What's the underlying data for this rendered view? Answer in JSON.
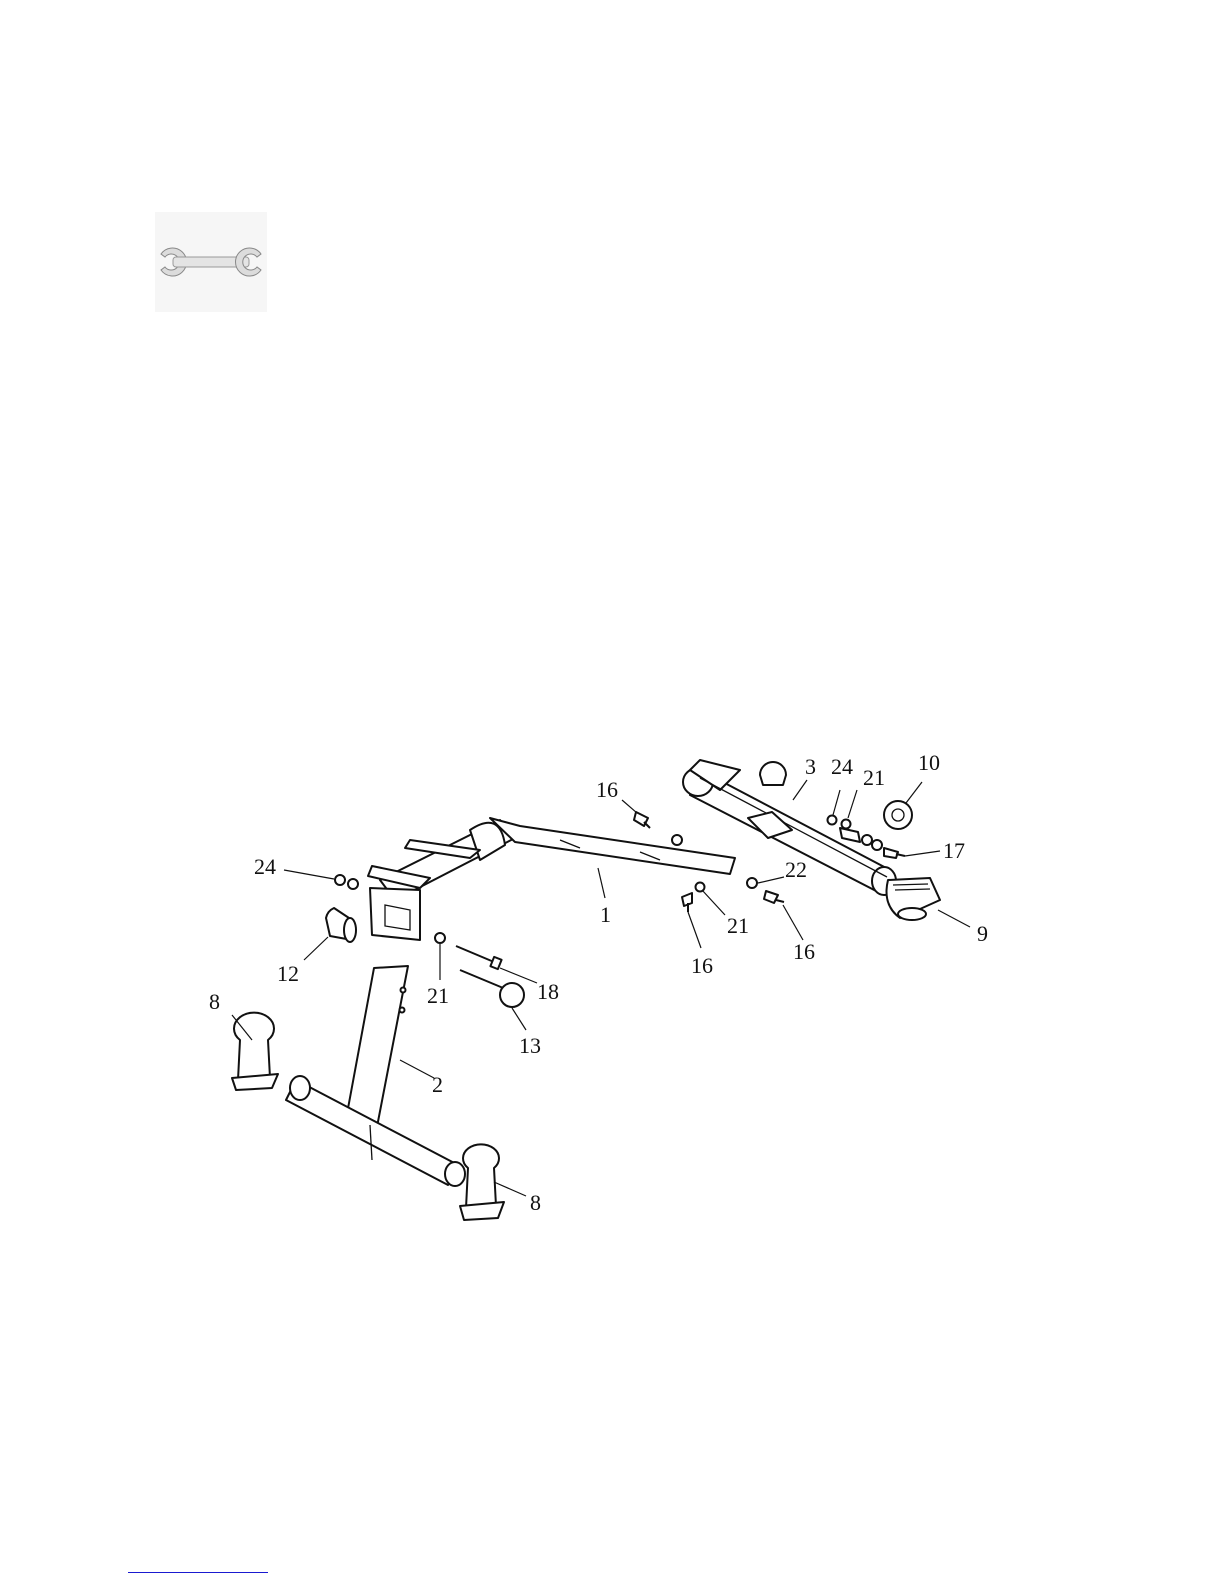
{
  "icons": {
    "tool": "wrench-icon"
  },
  "part_labels": {
    "p1": "1",
    "p2": "2",
    "p3": "3",
    "p8a": "8",
    "p8b": "8",
    "p9": "9",
    "p10": "10",
    "p12": "12",
    "p13": "13",
    "p16a": "16",
    "p16b": "16",
    "p16c": "16",
    "p17": "17",
    "p18": "18",
    "p21a": "21",
    "p21b": "21",
    "p21c": "21",
    "p22": "22",
    "p24a": "24",
    "p24b": "24"
  }
}
